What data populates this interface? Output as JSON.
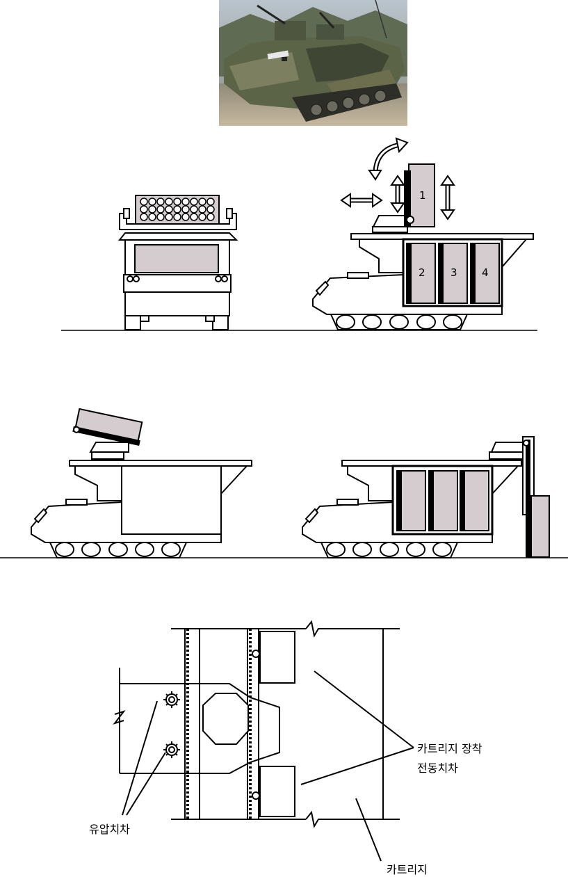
{
  "photo": {
    "description_icon": "armored-vehicle-photo"
  },
  "cartridge_numbers": [
    "1",
    "2",
    "3",
    "4"
  ],
  "labels": {
    "cartridge_mount_gear_line1": "카트리지 장착",
    "cartridge_mount_gear_line2": "전동치차",
    "hydraulic_gear": "유압치차",
    "cartridge": "카트리지"
  },
  "colors": {
    "line": "#000000",
    "cartridge_fill": "#d4ccce",
    "background": "#ffffff"
  }
}
